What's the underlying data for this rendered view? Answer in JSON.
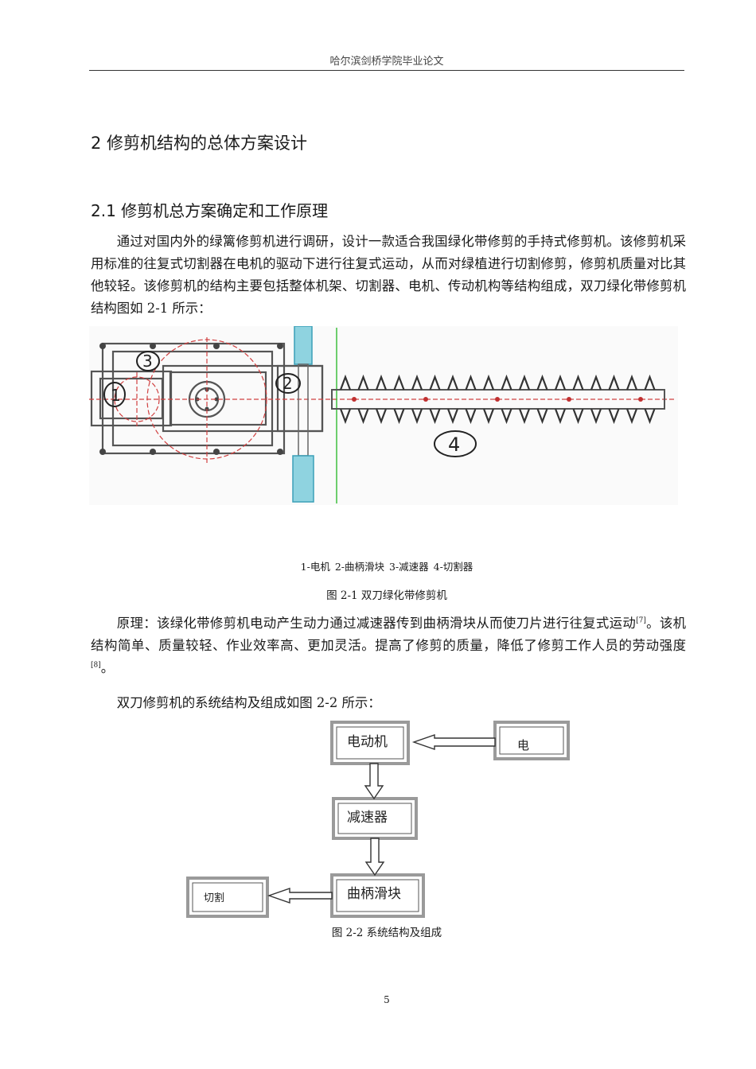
{
  "header": {
    "running_title": "哈尔滨剑桥学院毕业论文"
  },
  "chapter": {
    "title": "2  修剪机结构的总体方案设计"
  },
  "section": {
    "title": "2.1  修剪机总方案确定和工作原理"
  },
  "body": {
    "p1": "通过对国内外的绿篱修剪机进行调研，设计一款适合我国绿化带修剪的手持式修剪机。该修剪机采用标准的往复式切割器在电机的驱动下进行往复式运动，从而对绿植进行切割修剪，修剪机质量对比其他较轻。该修剪机的结构主要包括整体机架、切割器、电机、传动机构等结构组成，双刀绿化带修剪机结构图如  2-1 所示：",
    "p2_a": "原理：该绿化带修剪机电动产生动力通过减速器传到曲柄滑块从而使刀片进行往复式运动",
    "p2_ref1": "[7]",
    "p2_b": "。该机结构简单、质量较轻、作业效率高、更加灵活。提高了修剪的质量，降低了修剪工作人员的劳动强度",
    "p2_ref2": "[8]",
    "p2_c": "。",
    "p3": "双刀修剪机的系统结构及组成如图  2-2 所示："
  },
  "figure1": {
    "marks": [
      "1",
      "2",
      "3",
      "4"
    ],
    "legend": "1-电机   2-曲柄滑块    3-减速器    4-切割器",
    "caption": "图  2-1    双刀绿化带修剪机"
  },
  "figure2": {
    "boxes": {
      "motor": "电动机",
      "power": "电",
      "reducer": "减速器",
      "crank": "曲柄滑块",
      "cutter": "切割"
    },
    "caption": "图  2-2    系统结构及组成"
  },
  "footer": {
    "page_number": "5"
  }
}
